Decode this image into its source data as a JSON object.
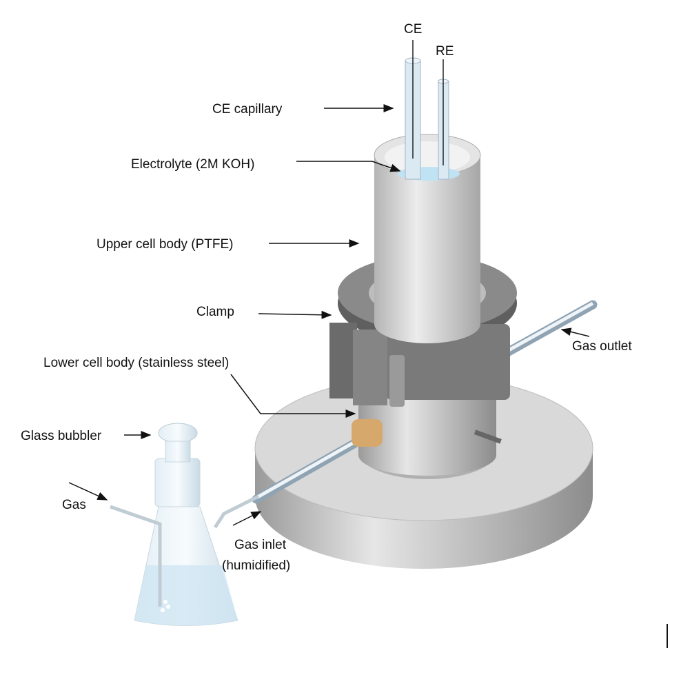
{
  "labels": {
    "ce": "CE",
    "re": "RE",
    "ce_capillary": "CE capillary",
    "electrolyte": "Electrolyte (2M KOH)",
    "upper_body": "Upper cell body (PTFE)",
    "clamp": "Clamp",
    "lower_body": "Lower cell body (stainless steel)",
    "bubbler": "Glass bubbler",
    "gas": "Gas",
    "gas_inlet_1": "Gas inlet",
    "gas_inlet_2": "(humidified)",
    "gas_outlet": "Gas outlet"
  },
  "colors": {
    "steel": "#c8c8c8",
    "ptfe": "#d4d4d4",
    "clamp": "#6e6e6e",
    "copper": "#d6a86b",
    "glass": "#cfe6f2",
    "electrolyte": "#bfe3f3"
  }
}
